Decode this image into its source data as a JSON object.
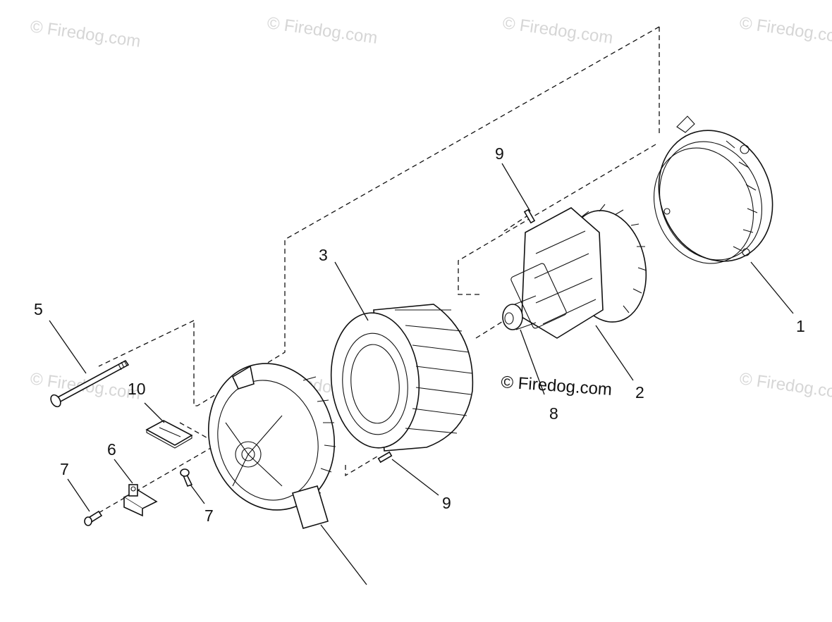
{
  "watermark": "© Firedog.com",
  "credit": "© Firedog.com",
  "callouts": {
    "c1": "1",
    "c2": "2",
    "c3": "3",
    "c5": "5",
    "c6": "6",
    "c7a": "7",
    "c7b": "7",
    "c8": "8",
    "c9a": "9",
    "c9b": "9",
    "c10": "10"
  },
  "parts": [
    "rear-housing",
    "rotor",
    "stator",
    "through-bolt",
    "brush-holder",
    "screw",
    "bearing",
    "pin",
    "brush-cover",
    "front-housing"
  ]
}
